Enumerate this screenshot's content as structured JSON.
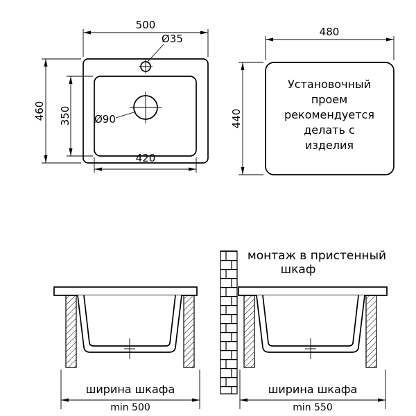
{
  "page": {
    "background": "#ffffff",
    "line_color": "#000000"
  },
  "top_view": {
    "dim_top": "500",
    "dim_left": "460",
    "dim_inner_left": "350",
    "dim_bottom": "420",
    "faucet_label": "Ø35",
    "drain_label": "Ø90"
  },
  "cutout_view": {
    "dim_top": "480",
    "dim_left": "440",
    "note": [
      "Установочный",
      "проем",
      "рекомендуется",
      "делать с",
      "изделия"
    ]
  },
  "section_floor": {
    "cabinet_label": "ширина шкафа",
    "min_label": "min 500"
  },
  "section_wall": {
    "title": [
      "монтаж в пристенный",
      "шкаф"
    ],
    "cabinet_label": "ширина шкафа",
    "min_label": "min 550"
  }
}
